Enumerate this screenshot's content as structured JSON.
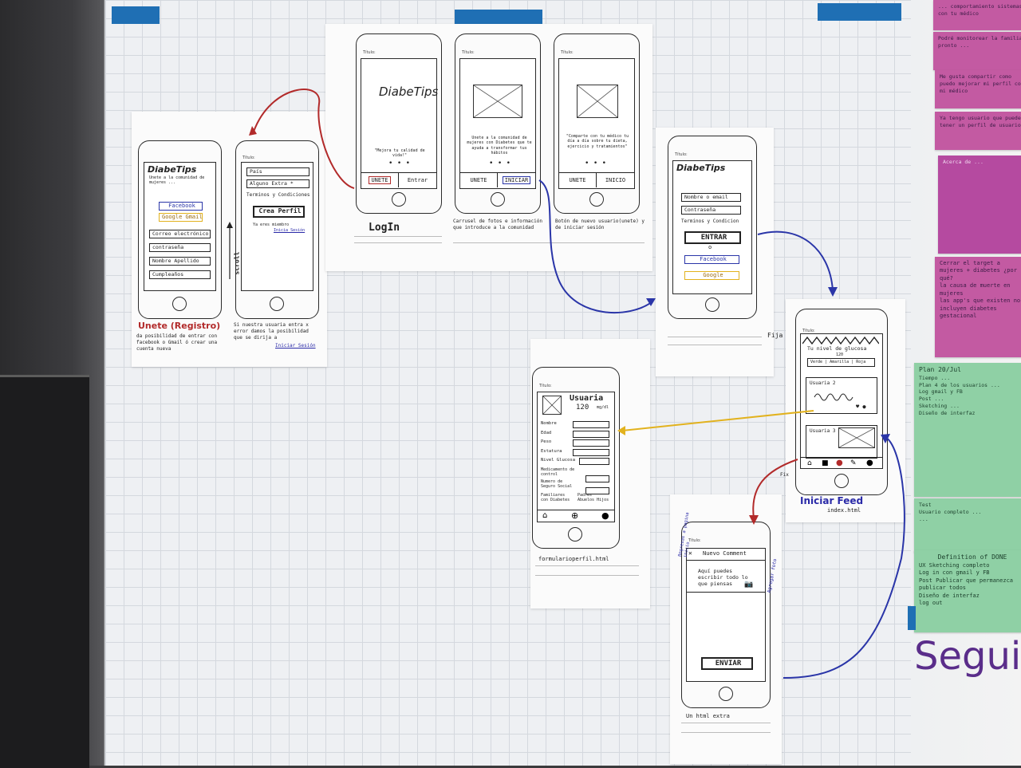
{
  "colors": {
    "wall_dark": "#2b2b2d",
    "paper": "#fbfbfb",
    "grid": "#d4d8de",
    "tape": "#1f6fb4",
    "arrow_red": "#b22a2a",
    "arrow_blue": "#2a35a8",
    "arrow_yellow": "#e2b21e",
    "sticky_pink": "#c35aa2",
    "sticky_green": "#8fd0a5",
    "ink_blue": "#2a2aa8"
  },
  "screen_label": "Título:",
  "login": {
    "caption": "LogIn",
    "logo": "DiabeTips",
    "s1_tagline": "\"Mejora tu calidad de vida!\"",
    "s1_btn_unete": "UNETE",
    "s1_btn_entrar": "Entrar",
    "s2_text": "Unete a la comunidad de mujeres con Diabetes que te ayuda a transformar tus hábitos",
    "s2_btn_unete": "UNETE",
    "s2_btn_iniciar": "INICIAR",
    "s3_text": "\"Comparte con tu médico tu día a día sobre tu dieta, ejercicio y tratamientos\"",
    "s3_btn_unete": "UNETE",
    "s3_btn_inicio": "INICIO",
    "note_carrusel": "Carrusel de fotos e información que introduce a la comunidad",
    "note_botones": "Botón de nuevo usuario(unete) y de iniciar sesión"
  },
  "unete": {
    "logo": "DiabeTips",
    "intro": "Unete a la comunidad de mujeres ...",
    "btn_facebook": "Facebook",
    "btn_google": "Google Gmail",
    "fields": [
      "Correo electrónico",
      "contraseña",
      "Nombre Apellido",
      "Cumpleaños"
    ],
    "s2_fields": [
      "País",
      "Alguno Extra *"
    ],
    "terms": "Terminos y Condiciones",
    "btn_crear": "Crea Perfil",
    "member": "Ya eres miembro",
    "member_link": "Inicia Sesión",
    "scroll": "scroll",
    "title": "Unete (Registro)",
    "desc": "da posibilidad de entrar con facebook o Gmail ó crear una cuenta nueva",
    "note": "Si nuestra usuaria entra x error damos la posibilidad que se dirija a",
    "note_link": "Iniciar Sesión"
  },
  "iniciar": {
    "logo": "DiabeTips",
    "fields": [
      "Nombre o email",
      "Contraseña"
    ],
    "terms": "Terminos y Condicion",
    "btn_entrar": "ENTRAR",
    "btn_facebook": "Facebook",
    "btn_google": "Google"
  },
  "feed": {
    "glucose_title": "Tu nivel de glucosa",
    "glucose_value": "120",
    "levels": "Verde | Amarilla | Roja",
    "post1": "Usuaria 2",
    "post2": "Usuaria 3",
    "label_fija": "Fija",
    "label_fix": "Fix",
    "title": "Iniciar Feed",
    "file": "index.html"
  },
  "perfil": {
    "user": "Usuaria",
    "value": "120",
    "unit": "mg/dl",
    "fields": [
      "Nombre",
      "Edad",
      "Peso",
      "Estatura",
      "Nivel Glucosa",
      "Medicamento de control",
      "Numero de Seguro Social"
    ],
    "family_left": "Familiares con Diabetes",
    "family_right": "Padres Abuelos Hijos",
    "file": "formularioperfil.html"
  },
  "comment": {
    "title": "Nuevo Comment",
    "placeholder": "Aquí puedes escribir todo lo que piensas",
    "btn": "ENVIAR",
    "left_note": "Regresas a pagina inicio",
    "right_note": "Agregar foto",
    "file": "Un html extra"
  },
  "stickies": {
    "pink": [
      "... comportamiento sistemas con tu médico",
      "Podré monitorear la familia pronto ...",
      "Me gusta compartir como puedo mejorar mi perfil con mi médico",
      "Ya tengo usuario que puede tener un perfil de usuario"
    ],
    "magenta": "Acerca de ...",
    "target": [
      "Cerrar el target a mujeres + diabetes ¿por qué?",
      "la causa de muerte en mujeres",
      "las app's que existen no incluyen diabetes gestacional"
    ],
    "sprint": [
      "Plan 20/Jul",
      "Tiempo ...",
      "Plan 4 de los usuarios ...",
      "Log gmail y FB",
      "Post ...",
      "Sketching ...",
      "Diseño de interfaz"
    ],
    "test": [
      "Test",
      "Usuario completo ...",
      "..."
    ],
    "done_title": "Definition of DONE",
    "done_items": [
      "UX Sketching completo",
      "Log in con gmail y FB",
      "Post Publicar que permanezca publicar todos",
      "Diseño de interfaz",
      "log out"
    ],
    "seguir": "Seguir"
  }
}
